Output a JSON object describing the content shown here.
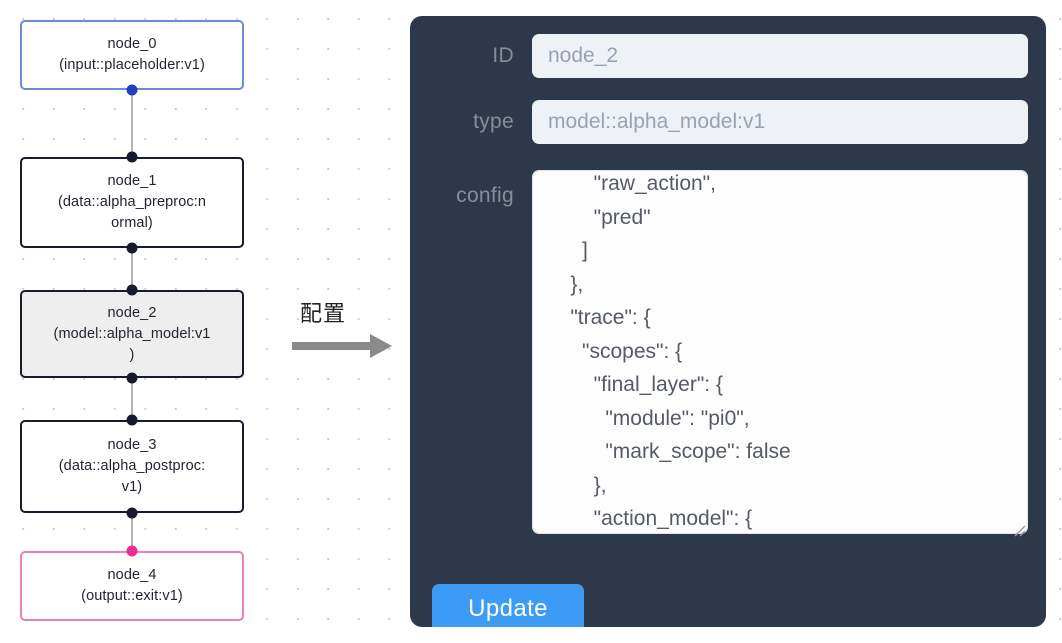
{
  "graph": {
    "nodes": [
      {
        "id": "node_0",
        "title": "node_0",
        "subtitle": "(input::placeholder:v1)",
        "accent": "blue",
        "selected": false
      },
      {
        "id": "node_1",
        "title": "node_1",
        "subtitle": "(data::alpha_preproc:n\normal)",
        "accent": "none",
        "selected": false
      },
      {
        "id": "node_2",
        "title": "node_2",
        "subtitle": "(model::alpha_model:v1\n)",
        "accent": "none",
        "selected": true
      },
      {
        "id": "node_3",
        "title": "node_3",
        "subtitle": "(data::alpha_postproc:\nv1)",
        "accent": "none",
        "selected": false
      },
      {
        "id": "node_4",
        "title": "node_4",
        "subtitle": "(output::exit:v1)",
        "accent": "pink",
        "selected": false
      }
    ],
    "edges": [
      {
        "from": "node_0",
        "to": "node_1"
      },
      {
        "from": "node_1",
        "to": "node_2"
      },
      {
        "from": "node_2",
        "to": "node_3"
      },
      {
        "from": "node_3",
        "to": "node_4"
      }
    ]
  },
  "annotation": {
    "label": "配置",
    "arrow_icon": "arrow-right-icon"
  },
  "inspector": {
    "id_label": "ID",
    "id_value": "node_2",
    "id_placeholder": "node_2",
    "type_label": "type",
    "type_value": "model::alpha_model:v1",
    "type_placeholder": "model::alpha_model:v1",
    "config_label": "config",
    "config_value": "        \"raw_action\",\n        \"pred\"\n      ]\n    },\n    \"trace\": {\n      \"scopes\": {\n        \"final_layer\": {\n          \"module\": \"pi0\",\n          \"mark_scope\": false\n        },\n        \"action_model\": {",
    "update_label": "Update",
    "scrollbar": "vertical-scrollbar",
    "resize_grip": "resize-grip-icon"
  },
  "colors": {
    "panel_bg": "#2e384b",
    "accent_blue": "#3c9bf5",
    "node_blue": "#6c8bd4",
    "node_pink": "#e981b4",
    "handle_blue": "#1f3fc4",
    "handle_pink": "#ec2d92",
    "selected_node_bg": "#eeeeee",
    "input_bg": "#eef1f6"
  }
}
